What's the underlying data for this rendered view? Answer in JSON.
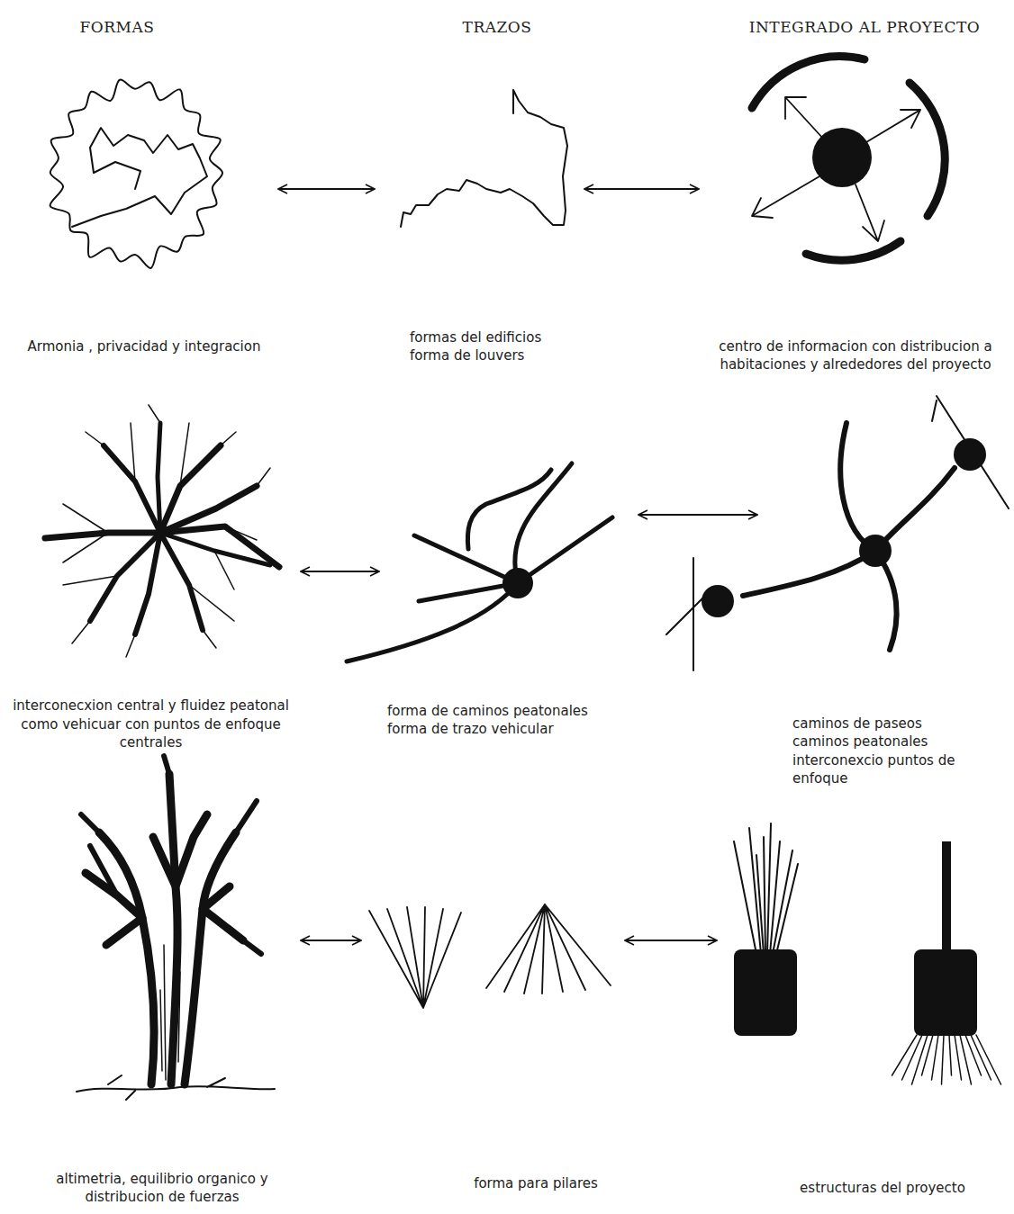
{
  "diagram": {
    "nodes": [
      {
        "text": [
          "Armonia , privacidad y integracion"
        ]
      },
      {
        "text": [
          "formas del edificios forma de louvers"
        ]
      },
      {
        "text": [
          "centro de informacion con distribucion a habitaciones y alrededores del proyecto"
        ]
      },
      {
        "text": [
          "interconecxion central y fluidez peatonal como vehicuar con puntos de enfoque centrales"
        ]
      },
      {
        "text": [
          "forma de caminos peatonales forma de trazo vehicular"
        ]
      },
      {
        "text": [
          "caminos de paseos caminos peatonales interconexcio puntos de enfoque"
        ]
      },
      {
        "text": [
          "altimetria, equilibrio organico y distribucion de fuerzas"
        ]
      },
      {
        "text": [
          "forma para pilares"
        ]
      },
      {
        "text": [
          "estructuras del proyecto"
        ]
      }
    ],
    "edges": [
      {
        "from": 0,
        "to": 1,
        "arrow": "both"
      },
      {
        "from": 1,
        "to": 2,
        "arrow": "both"
      },
      {
        "from": 3,
        "to": 4,
        "arrow": "both"
      },
      {
        "from": 4,
        "to": 5,
        "arrow": "both"
      },
      {
        "from": 6,
        "to": 7,
        "arrow": "both"
      },
      {
        "from": 7,
        "to": 8,
        "arrow": "both"
      }
    ],
    "labels": [
      "FORMAS",
      "TRAZOS",
      "INTEGRADO AL PROYECTO"
    ]
  }
}
